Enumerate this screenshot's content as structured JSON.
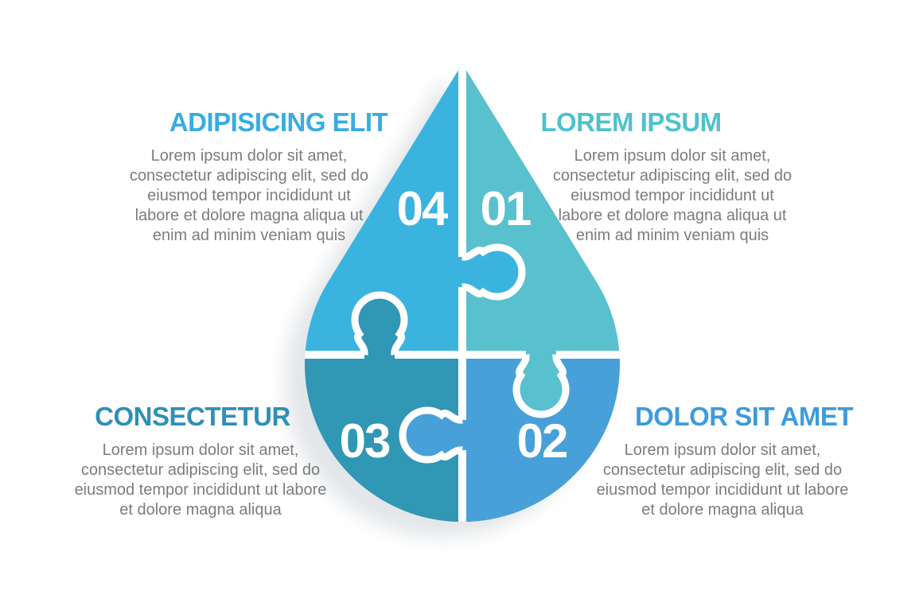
{
  "infographic": {
    "background_color": "#FFFFFF",
    "seam_color": "#FFFFFF",
    "shadow_color": "#E1E4E7",
    "number_color": "#FFFFFF",
    "body_text_color": "#7A7C7E",
    "segments": [
      {
        "number": "01",
        "position": "top-right",
        "piece_color": "#58C1CD",
        "heading": "LOREM IPSUM",
        "heading_color": "#4FC1CD",
        "body_lines": [
          "Lorem ipsum dolor sit amet,",
          "consectetur adipiscing elit, sed do",
          "eiusmod tempor incididunt ut",
          "labore et dolore magna aliqua ut",
          "enim ad minim veniam quis"
        ]
      },
      {
        "number": "02",
        "position": "bottom-right",
        "piece_color": "#48A0D8",
        "heading": "DOLOR SIT AMET",
        "heading_color": "#3F9BDA",
        "body_lines": [
          "Lorem ipsum dolor sit amet,",
          "consectetur adipiscing elit, sed do",
          "eiusmod tempor incididunt ut labore",
          "et dolore magna aliqua"
        ]
      },
      {
        "number": "03",
        "position": "bottom-left",
        "piece_color": "#3097B5",
        "heading": "CONSECTETUR",
        "heading_color": "#2F90B5",
        "body_lines": [
          "Lorem ipsum dolor sit amet,",
          "consectetur adipiscing elit, sed do",
          "eiusmod tempor incididunt ut labore",
          "et dolore magna aliqua"
        ]
      },
      {
        "number": "04",
        "position": "top-left",
        "piece_color": "#3BB3DF",
        "heading": "ADIPISICING ELIT",
        "heading_color": "#38ACE1",
        "body_lines": [
          "Lorem ipsum dolor sit amet,",
          "consectetur adipiscing elit, sed do",
          "eiusmod tempor incididunt ut",
          "labore et dolore magna aliqua ut",
          "enim ad minim veniam quis"
        ]
      }
    ]
  }
}
